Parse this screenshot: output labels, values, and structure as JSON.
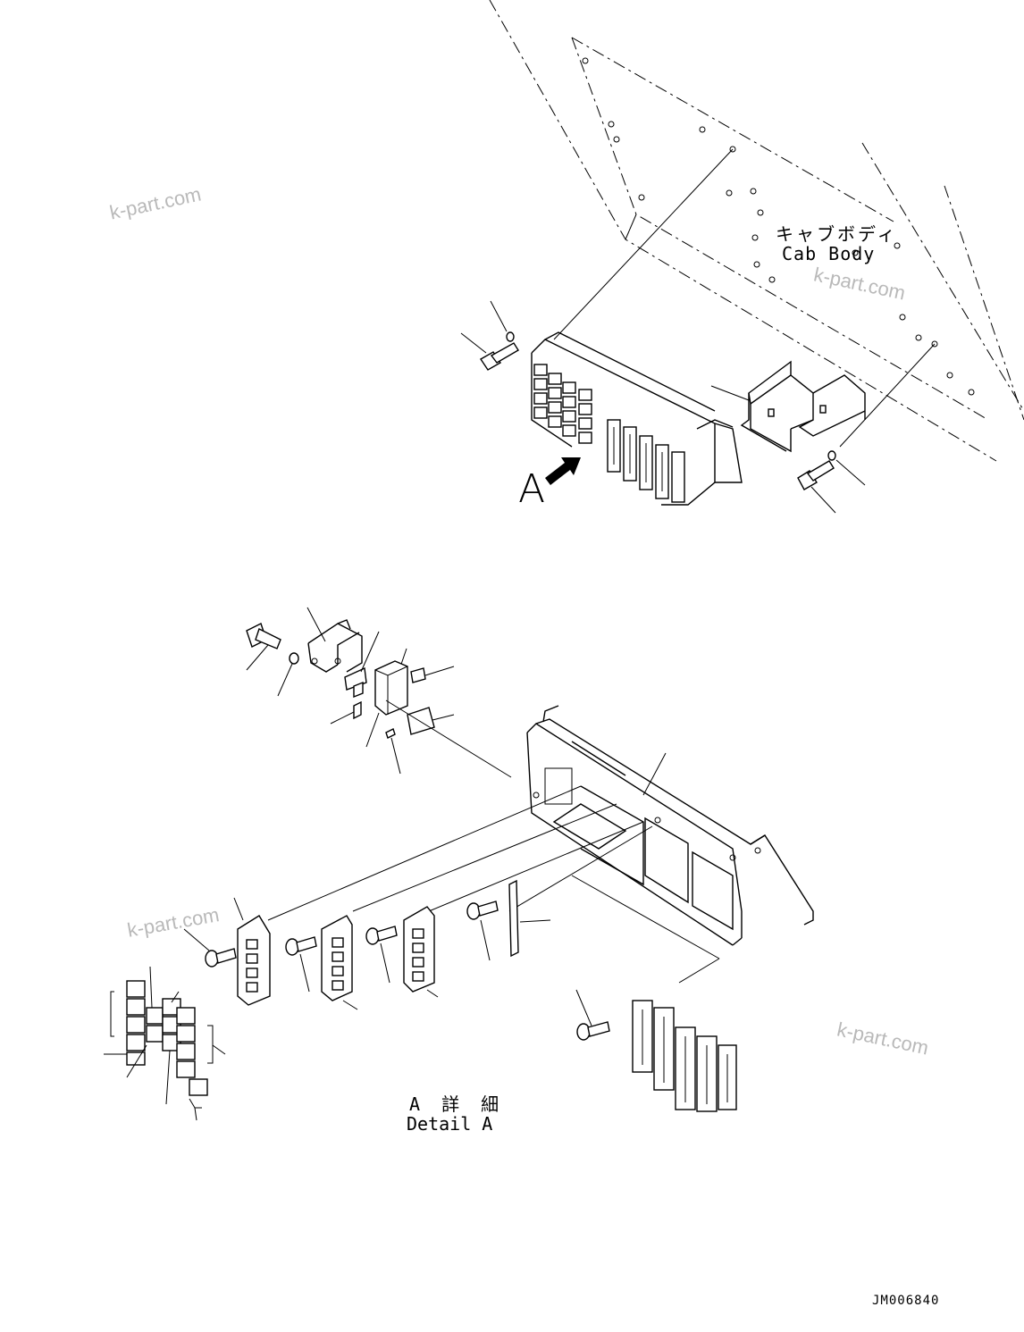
{
  "labels": {
    "cab_body_jp": "キャブボディ",
    "cab_body_en": "Cab Body",
    "view_marker": "A",
    "detail_jp": "A 詳 細",
    "detail_en": "Detail A",
    "drawing_number": "JM006840"
  },
  "watermarks": [
    "k-part.com",
    "k-part.com",
    "k-part.com",
    "k-part.com"
  ]
}
